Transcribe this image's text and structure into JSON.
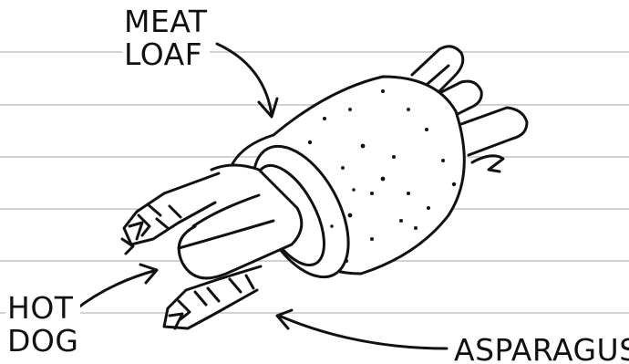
{
  "labels": {
    "meat_loaf": {
      "line1": "MEAT",
      "line2": "LOAF"
    },
    "hot_dog": {
      "line1": "HOT",
      "line2": "DOG"
    },
    "asparagus": "ASPARAGUS"
  },
  "colors": {
    "ink": "#111111",
    "ruled_line": "#b8b8b8",
    "paper": "#ffffff"
  }
}
